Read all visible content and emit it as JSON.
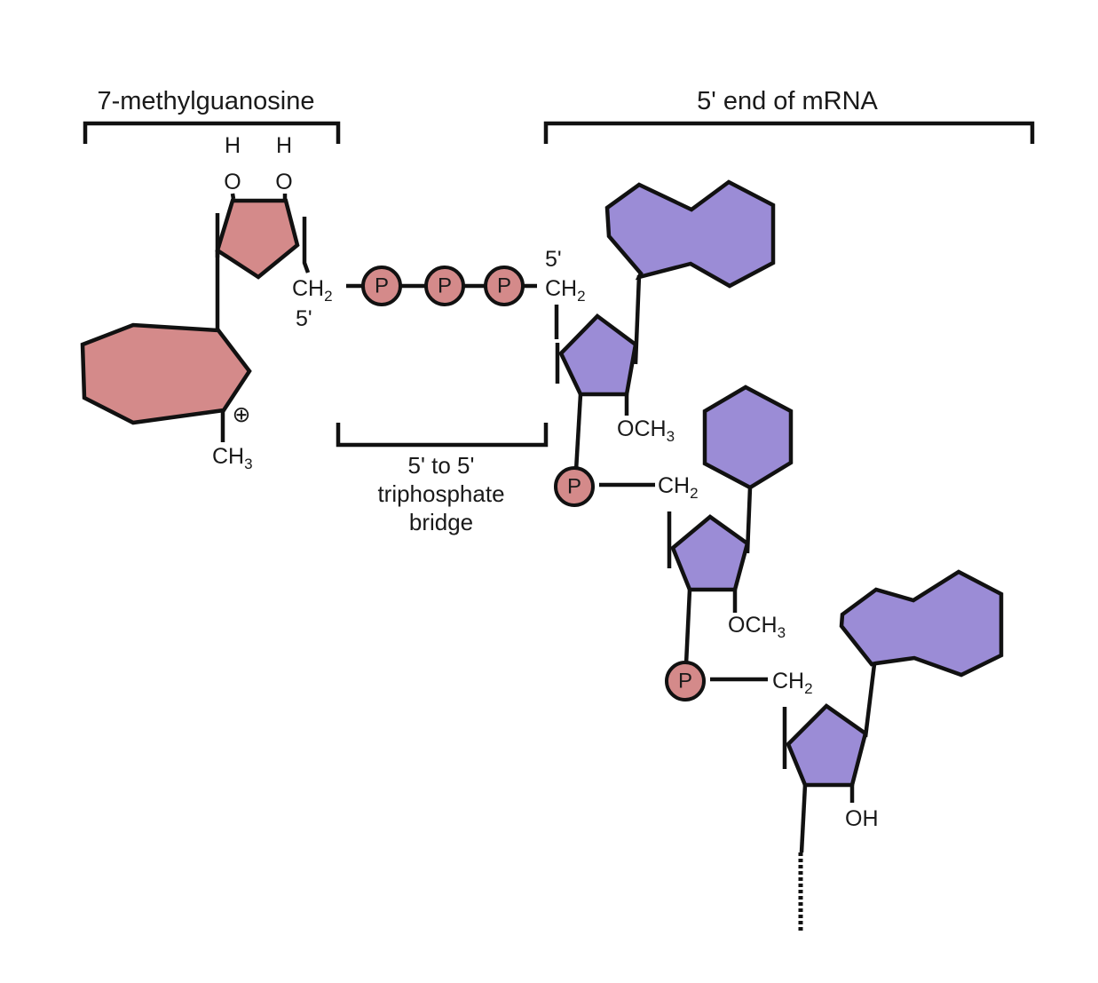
{
  "labels": {
    "cap_group": "7-methylguanosine",
    "mrna_group": "5' end of mRNA",
    "bridge_line1": "5' to 5'",
    "bridge_line2": "triphosphate",
    "bridge_line3": "bridge",
    "h_left": "H",
    "h_right": "H",
    "o_left": "O",
    "o_right": "O",
    "ch2": "CH",
    "sub2": "2",
    "five_prime": "5'",
    "ch3": "CH",
    "sub3": "3",
    "och3": "OCH",
    "oh": "OH",
    "phosphate": "P",
    "plus": "⊕"
  },
  "colors": {
    "cap": "#d48a8a",
    "mrna": "#9b8cd6",
    "stroke": "#111111"
  }
}
